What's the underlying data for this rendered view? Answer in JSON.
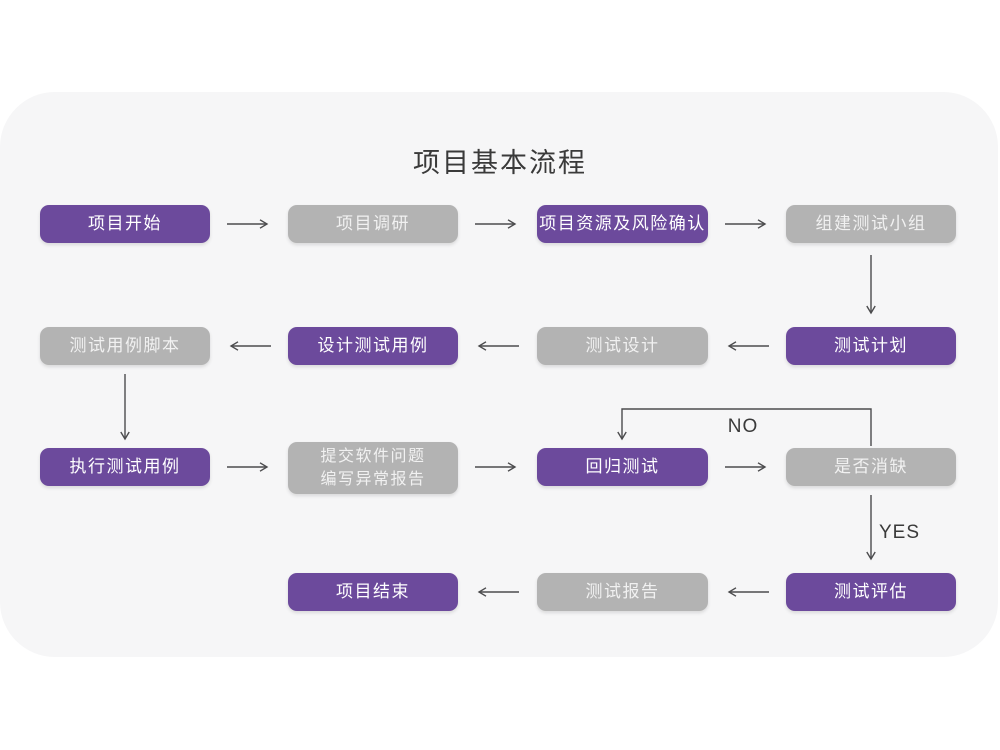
{
  "title": "项目基本流程",
  "colors": {
    "purple": "#6C4A9C",
    "gray": "#B3B3B3",
    "card_bg": "#F6F6F7",
    "arrow": "#4C4C4E",
    "label_color": "#3A3A3A",
    "page_bg": "#FFFFFF",
    "box_text": "#FFFFFF"
  },
  "nodes": {
    "start": "项目开始",
    "research": "项目调研",
    "risk_confirm": "项目资源及风险确认",
    "build_team": "组建测试小组",
    "case_scripts": "测试用例脚本",
    "design_cases": "设计测试用例",
    "test_design": "测试设计",
    "test_plan": "测试计划",
    "execute_cases": "执行测试用例",
    "submit_issues": "提交软件问题\n编写异常报告",
    "regression": "回归测试",
    "defect_cleared": "是否消缺",
    "end": "项目结束",
    "test_report": "测试报告",
    "evaluation": "测试评估"
  },
  "branch_labels": {
    "no": "NO",
    "yes": "YES"
  }
}
